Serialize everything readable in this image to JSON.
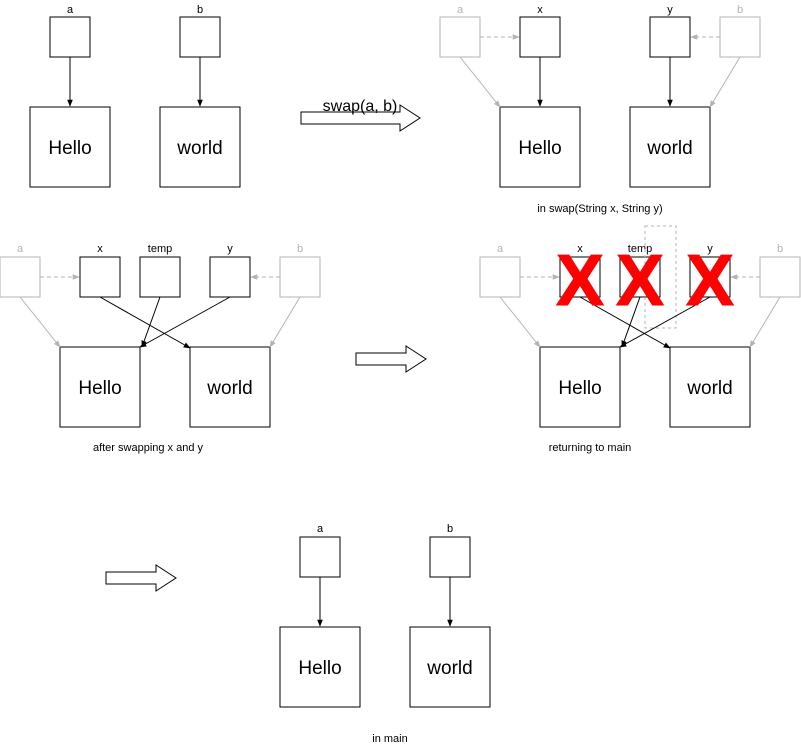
{
  "colors": {
    "ink": "#000000",
    "faded": "#b3b3b3",
    "cross": "#ff0000",
    "background": "#ffffff"
  },
  "panel1": {
    "var_a": "a",
    "var_b": "b",
    "str_hello": "Hello",
    "str_world": "world"
  },
  "step_arrow_label": "swap(a, b)",
  "panel2": {
    "var_a": "a",
    "var_x": "x",
    "var_y": "y",
    "var_b": "b",
    "str_hello": "Hello",
    "str_world": "world",
    "caption": "in swap(String x, String y)"
  },
  "panel3": {
    "var_a": "a",
    "var_x": "x",
    "var_temp": "temp",
    "var_y": "y",
    "var_b": "b",
    "str_hello": "Hello",
    "str_world": "world",
    "caption": "after swapping x and y"
  },
  "panel4": {
    "var_a": "a",
    "var_x": "x",
    "var_temp": "temp",
    "var_y": "y",
    "var_b": "b",
    "str_hello": "Hello",
    "str_world": "world",
    "caption": "returning to main",
    "cross_mark": "X"
  },
  "panel5": {
    "var_a": "a",
    "var_b": "b",
    "str_hello": "Hello",
    "str_world": "world",
    "caption": "in main"
  }
}
